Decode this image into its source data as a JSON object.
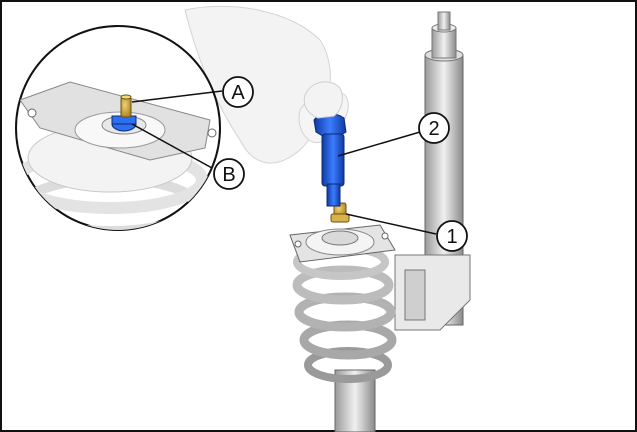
{
  "figure": {
    "callouts": [
      {
        "id": "A",
        "label": "A"
      },
      {
        "id": "B",
        "label": "B"
      },
      {
        "id": "1",
        "label": "1"
      },
      {
        "id": "2",
        "label": "2"
      }
    ],
    "colors": {
      "tool_blue": "#1f5bd6",
      "tool_blue_dark": "#103b9a",
      "nut_gold": "#caa23a",
      "line": "#111111",
      "metal_light": "#e6e6e6",
      "metal_mid": "#bdbdbd",
      "metal_dark": "#8c8c8c"
    }
  }
}
